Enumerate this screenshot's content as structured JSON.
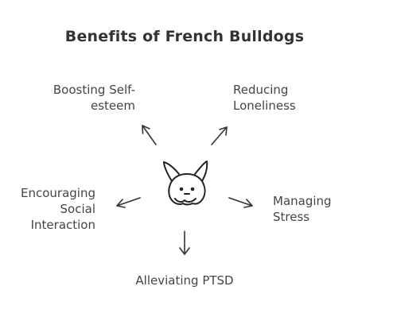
{
  "diagram": {
    "title": "Benefits of French Bulldogs",
    "center_icon": "french-bulldog-icon",
    "benefits": [
      {
        "id": "self-esteem",
        "lines": [
          "Boosting Self-",
          "esteem"
        ]
      },
      {
        "id": "loneliness",
        "lines": [
          "Reducing",
          "Loneliness"
        ]
      },
      {
        "id": "social",
        "lines": [
          "Encouraging",
          "Social",
          "Interaction"
        ]
      },
      {
        "id": "stress",
        "lines": [
          "Managing",
          "Stress"
        ]
      },
      {
        "id": "ptsd",
        "lines": [
          "Alleviating PTSD"
        ]
      }
    ]
  }
}
